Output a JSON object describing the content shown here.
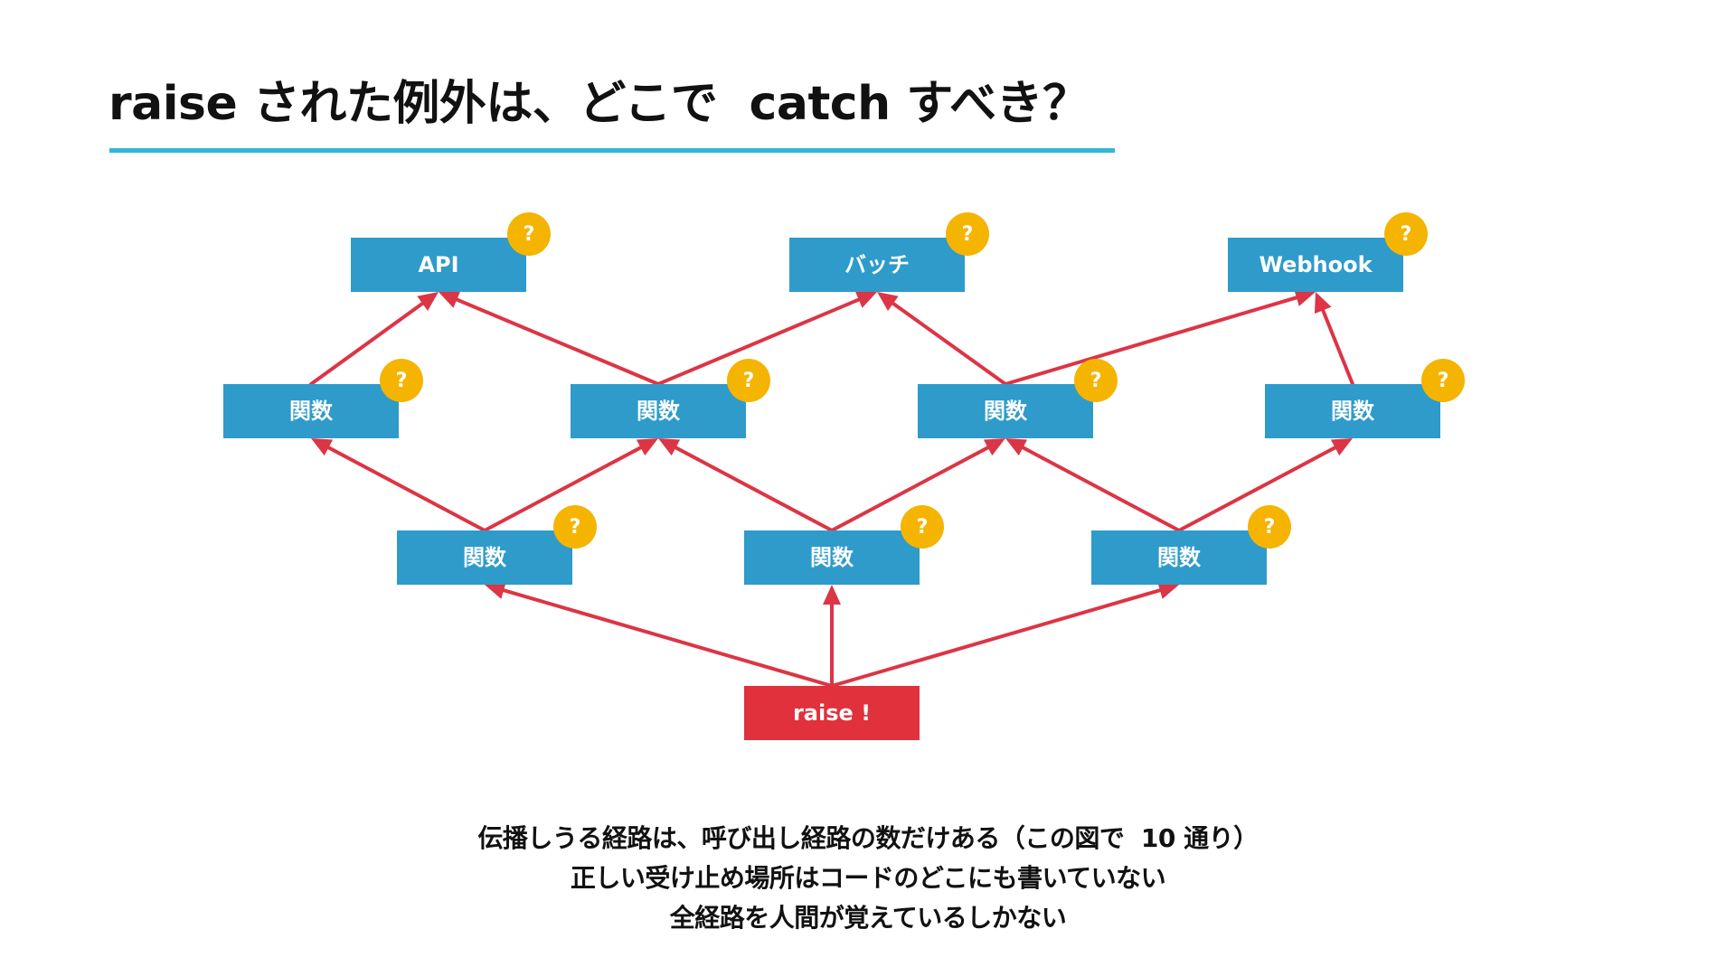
{
  "title": "raise された例外は、どこで  catch すべき？",
  "colors": {
    "accent_rule": "#33b6d7",
    "node_fill": "#2e9bca",
    "raise_fill": "#e0313d",
    "arrow": "#dc3545",
    "badge": "#f5b400"
  },
  "diagram": {
    "badge_text": "?",
    "nodes": [
      {
        "id": "api",
        "label": "API",
        "kind": "entry",
        "badge": true
      },
      {
        "id": "batch",
        "label": "バッチ",
        "kind": "entry",
        "badge": true
      },
      {
        "id": "webhook",
        "label": "Webhook",
        "kind": "entry",
        "badge": true
      },
      {
        "id": "f1",
        "label": "関数",
        "kind": "function",
        "badge": true
      },
      {
        "id": "f2",
        "label": "関数",
        "kind": "function",
        "badge": true
      },
      {
        "id": "f3",
        "label": "関数",
        "kind": "function",
        "badge": true
      },
      {
        "id": "f4",
        "label": "関数",
        "kind": "function",
        "badge": true
      },
      {
        "id": "g1",
        "label": "関数",
        "kind": "function",
        "badge": true
      },
      {
        "id": "g2",
        "label": "関数",
        "kind": "function",
        "badge": true
      },
      {
        "id": "g3",
        "label": "関数",
        "kind": "function",
        "badge": true
      },
      {
        "id": "raise",
        "label": "raise !",
        "kind": "raise",
        "badge": false
      }
    ],
    "edges": [
      {
        "from": "raise",
        "to": "g1"
      },
      {
        "from": "raise",
        "to": "g2"
      },
      {
        "from": "raise",
        "to": "g3"
      },
      {
        "from": "g1",
        "to": "f1"
      },
      {
        "from": "g1",
        "to": "f2"
      },
      {
        "from": "g2",
        "to": "f2"
      },
      {
        "from": "g2",
        "to": "f3"
      },
      {
        "from": "g3",
        "to": "f3"
      },
      {
        "from": "g3",
        "to": "f4"
      },
      {
        "from": "f1",
        "to": "api"
      },
      {
        "from": "f2",
        "to": "api"
      },
      {
        "from": "f2",
        "to": "batch"
      },
      {
        "from": "f3",
        "to": "batch"
      },
      {
        "from": "f3",
        "to": "webhook"
      },
      {
        "from": "f4",
        "to": "webhook"
      }
    ]
  },
  "caption": {
    "line1": "伝播しうる経路は、呼び出し経路の数だけある（この図で  10 通り）",
    "line2": "正しい受け止め場所はコードのどこにも書いていない",
    "line3": "全経路を人間が覚えているしかない"
  }
}
